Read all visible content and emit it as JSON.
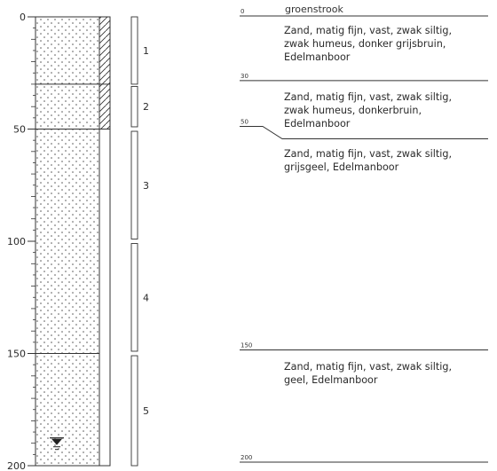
{
  "depth_axis": {
    "min": 0,
    "max": 200,
    "major_ticks": [
      "0",
      "50",
      "100",
      "150",
      "200"
    ]
  },
  "samples": [
    {
      "label": "1",
      "from": 0,
      "to": 30
    },
    {
      "label": "2",
      "from": 31,
      "to": 49
    },
    {
      "label": "3",
      "from": 51,
      "to": 99
    },
    {
      "label": "4",
      "from": 101,
      "to": 149
    },
    {
      "label": "5",
      "from": 151,
      "to": 200
    }
  ],
  "groundwater_depth": 190,
  "top_note": "groenstrook",
  "boundaries": [
    {
      "label": "0",
      "depth": 0
    },
    {
      "label": "30",
      "depth": 30
    },
    {
      "label": "50",
      "depth": 50
    },
    {
      "label": "150",
      "depth": 150
    },
    {
      "label": "200",
      "depth": 200
    }
  ],
  "layers": [
    {
      "from": 0,
      "to": 30,
      "lines": [
        "Zand, matig fijn, vast, zwak siltig,",
        "zwak humeus, donker grijsbruin,",
        "Edelmanboor"
      ]
    },
    {
      "from": 30,
      "to": 50,
      "lines": [
        "Zand, matig fijn, vast, zwak siltig,",
        "zwak humeus, donkerbruin,",
        "Edelmanboor"
      ]
    },
    {
      "from": 50,
      "to": 150,
      "lines": [
        "Zand, matig fijn, vast, zwak siltig,",
        "grijsgeel, Edelmanboor"
      ]
    },
    {
      "from": 150,
      "to": 200,
      "lines": [
        "Zand, matig fijn, vast, zwak siltig,",
        "geel, Edelmanboor"
      ]
    }
  ]
}
